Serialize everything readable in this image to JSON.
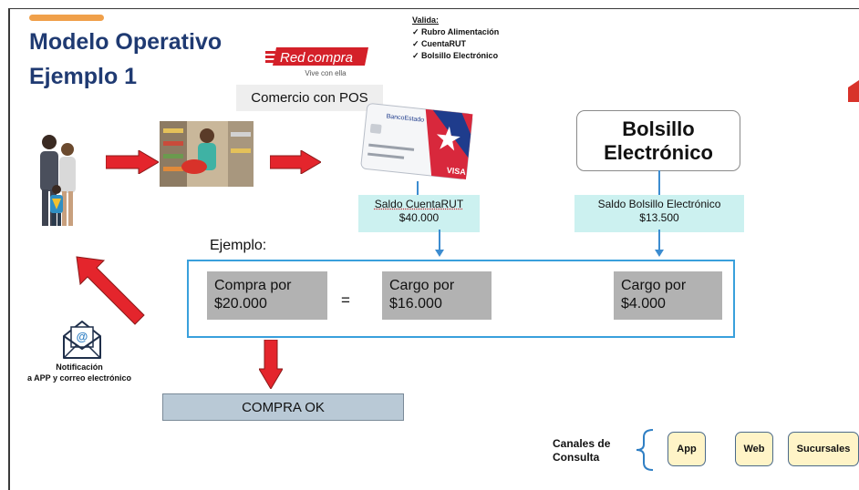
{
  "title": {
    "line1": "Modelo Operativo",
    "line2": "Ejemplo 1"
  },
  "logo": {
    "brand_red": "Red",
    "brand_compra": "compra",
    "tagline": "Vive con ella"
  },
  "comercio_label": "Comercio con POS",
  "valida": {
    "title": "Valida:",
    "items": [
      "Rubro Alimentación",
      "CuentaRUT",
      "Bolsillo Electrónico"
    ]
  },
  "card": {
    "bank": "BancoEstado",
    "network": "VISA"
  },
  "bolsillo": {
    "line1": "Bolsillo",
    "line2": "Electrónico"
  },
  "saldo_rut": {
    "label": "Saldo CuentaRUT",
    "amount": "$40.000"
  },
  "saldo_bolsillo": {
    "label": "Saldo Bolsillo Electrónico",
    "amount": "$13.500"
  },
  "ejemplo": {
    "label": "Ejemplo:",
    "compra": {
      "line1": "Compra por",
      "line2": "$20.000"
    },
    "equals": "=",
    "cargo_rut": {
      "line1": "Cargo por",
      "line2": "$16.000"
    },
    "cargo_bolsillo": {
      "line1": "Cargo por",
      "line2": "$4.000"
    }
  },
  "compra_ok": "COMPRA OK",
  "notificacion": {
    "line1": "Notificación",
    "line2": "a APP y correo electrónico"
  },
  "canales": {
    "line1": "Canales de",
    "line2": "Consulta",
    "items": [
      "App",
      "Web",
      "Sucursales"
    ]
  },
  "colors": {
    "title": "#1f3a72",
    "arrow": "#e4252c",
    "accent": "#f0a04a",
    "saldo_bg": "#ccf1f0",
    "ejemplo_border": "#39a0dc"
  }
}
